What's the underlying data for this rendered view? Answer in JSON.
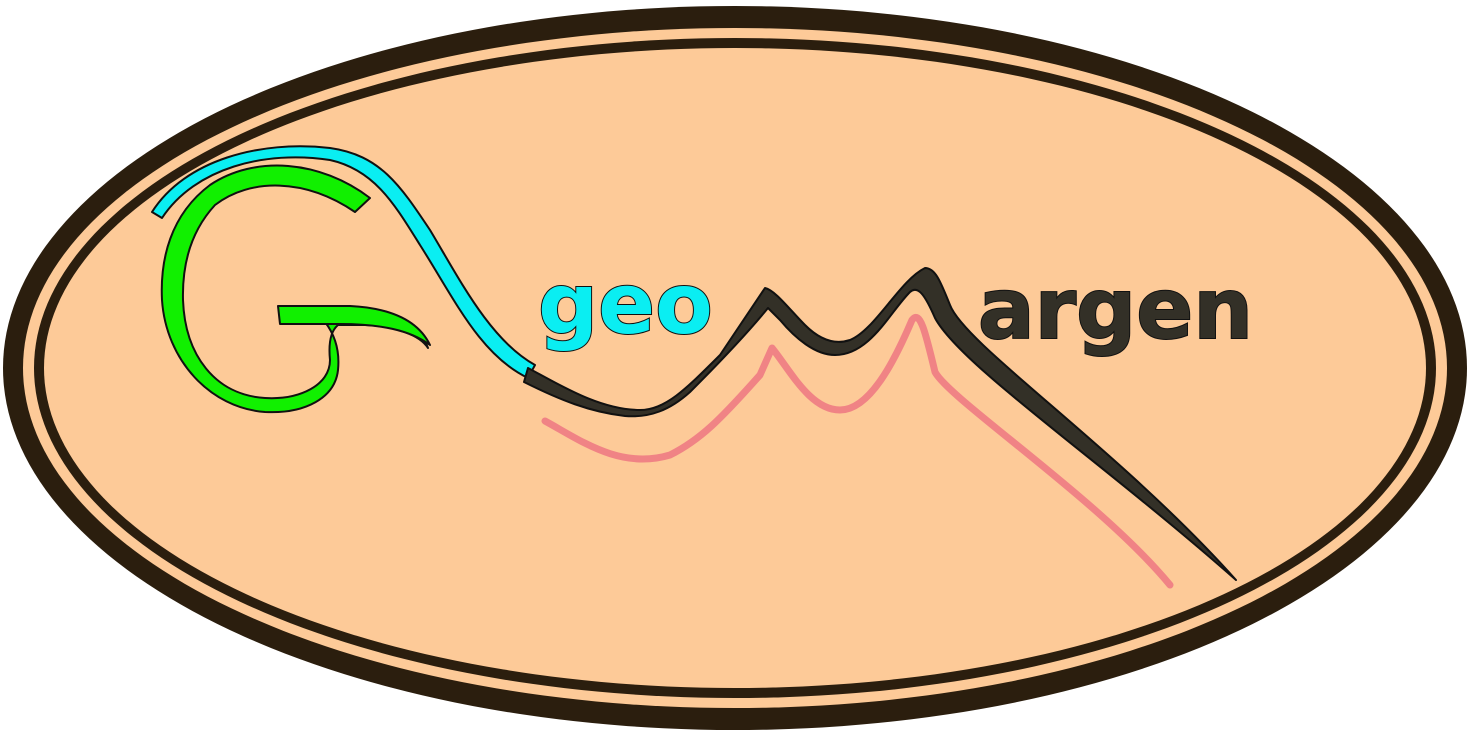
{
  "logo": {
    "word_left": "geo",
    "word_right": "argen",
    "lettering_alt": "G geo M argen"
  },
  "colors": {
    "background": "#ffffff",
    "oval_fill": "#fdca98",
    "oval_border": "#2b1e0e",
    "letter_g_green": "#11f000",
    "swoosh_cyan": "#0aeef2",
    "mountain_dark": "#333027",
    "mountain_pink": "#f08385",
    "text_geo": "#0aeef2",
    "text_argen": "#333027"
  },
  "icons": {
    "emblem": "geomargen-logo-emblem"
  }
}
